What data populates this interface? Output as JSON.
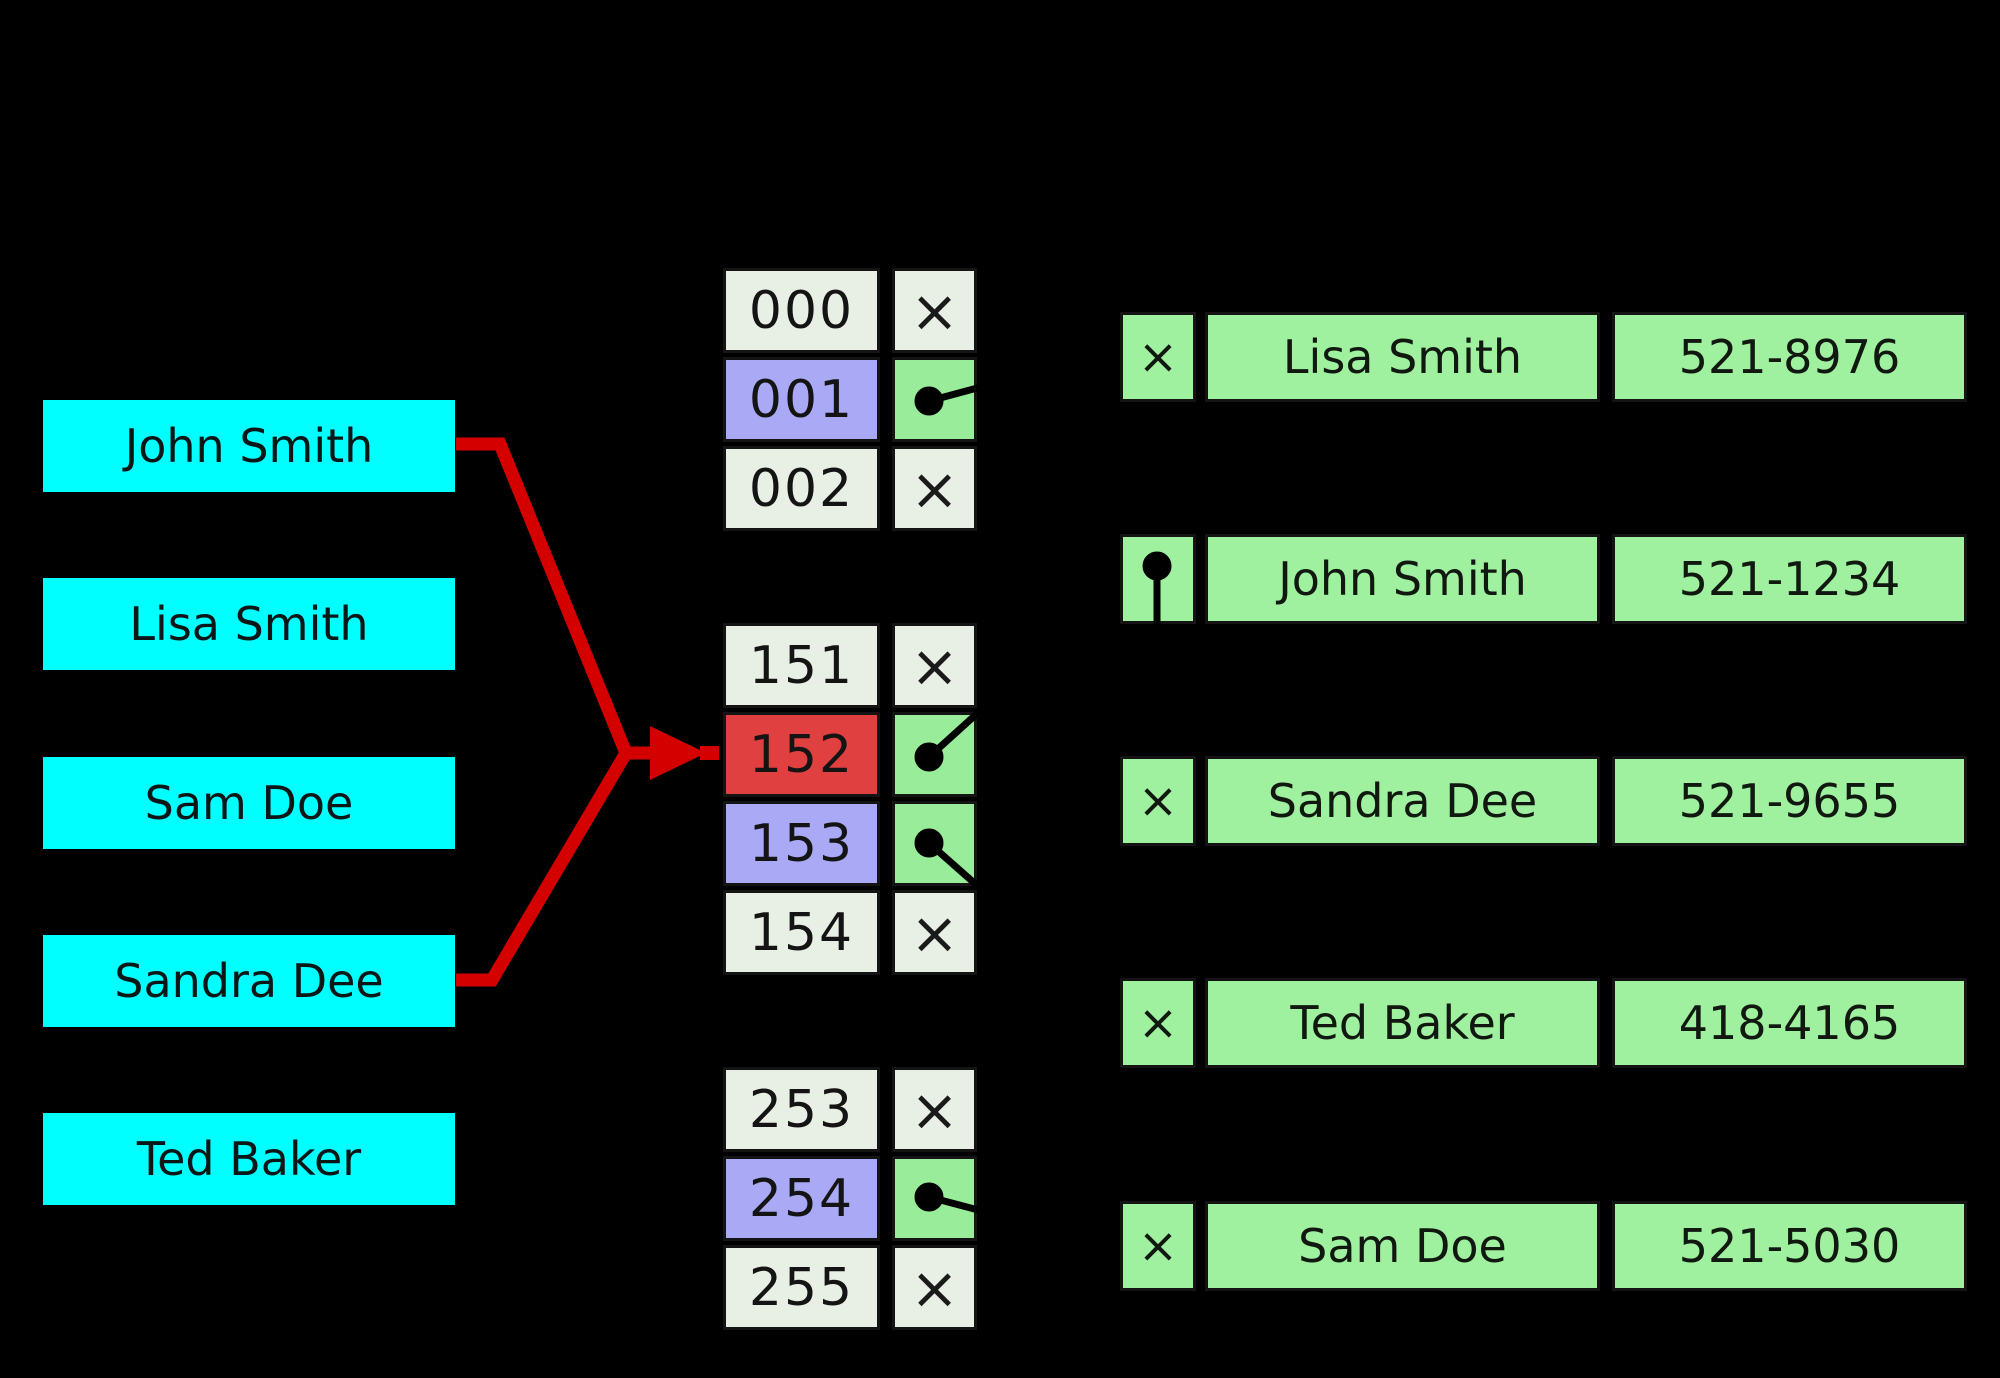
{
  "diagram": {
    "keys": [
      {
        "label": "John Smith"
      },
      {
        "label": "Lisa Smith"
      },
      {
        "label": "Sam Doe"
      },
      {
        "label": "Sandra Dee"
      },
      {
        "label": "Ted Baker"
      }
    ],
    "bucket_groups": [
      {
        "cells": [
          {
            "index": "000",
            "state": "empty",
            "marker": "×"
          },
          {
            "index": "001",
            "state": "occupied",
            "marker": "",
            "points_to": "Lisa Smith"
          },
          {
            "index": "002",
            "state": "empty",
            "marker": "×"
          }
        ]
      },
      {
        "cells": [
          {
            "index": "151",
            "state": "empty",
            "marker": "×"
          },
          {
            "index": "152",
            "state": "collision",
            "marker": "",
            "points_to": "John Smith"
          },
          {
            "index": "153",
            "state": "occupied",
            "marker": "",
            "points_to": "Ted Baker"
          },
          {
            "index": "154",
            "state": "empty",
            "marker": "×"
          }
        ]
      },
      {
        "cells": [
          {
            "index": "253",
            "state": "empty",
            "marker": "×"
          },
          {
            "index": "254",
            "state": "occupied",
            "marker": "",
            "points_to": "Sam Doe"
          },
          {
            "index": "255",
            "state": "empty",
            "marker": "×"
          }
        ]
      }
    ],
    "entries": [
      {
        "name": "Lisa Smith",
        "phone": "521-8976",
        "next_marker": "×"
      },
      {
        "name": "John Smith",
        "phone": "521-1234",
        "next_marker": "",
        "next_points_to": "Sandra Dee"
      },
      {
        "name": "Sandra Dee",
        "phone": "521-9655",
        "next_marker": "×"
      },
      {
        "name": "Ted Baker",
        "phone": "418-4165",
        "next_marker": "×"
      },
      {
        "name": "Sam Doe",
        "phone": "521-5030",
        "next_marker": "×"
      }
    ],
    "collision": {
      "from_keys": [
        "John Smith",
        "Sandra Dee"
      ],
      "to_bucket": "152"
    },
    "colors": {
      "background": "#000000",
      "key_fill": "#00ffff",
      "bucket_empty_fill": "#e8efe5",
      "bucket_occupied_fill": "#a9a9f5",
      "bucket_collision_fill": "#e04040",
      "pointer_cell_fill": "#99ec99",
      "entry_fill": "#9ff09f",
      "collision_arrow": "#d40000",
      "pointer_ink": "#000000"
    }
  }
}
